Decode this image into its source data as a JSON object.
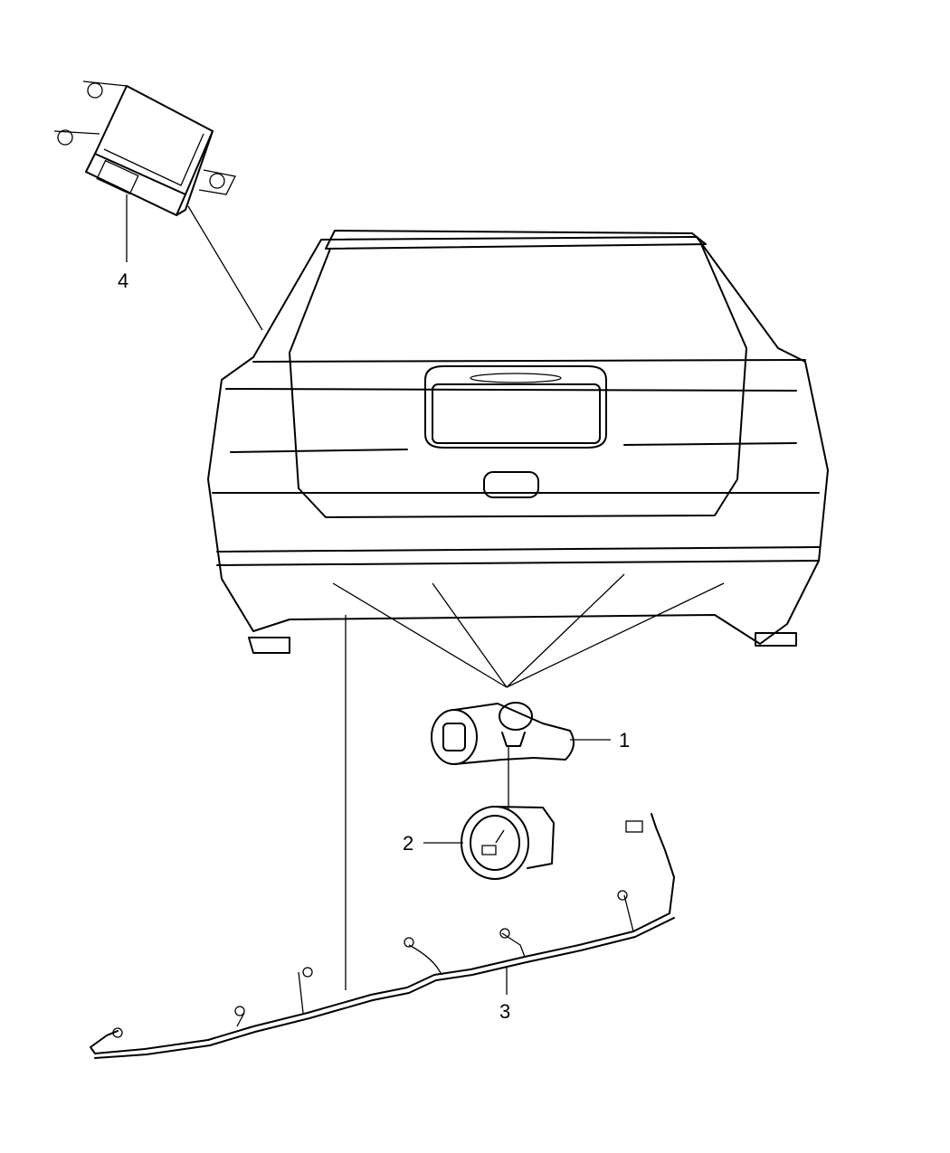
{
  "diagram": {
    "callouts": [
      {
        "number": "1",
        "part": "sensor"
      },
      {
        "number": "2",
        "part": "bezel"
      },
      {
        "number": "3",
        "part": "wiring"
      },
      {
        "number": "4",
        "part": "module"
      }
    ]
  }
}
